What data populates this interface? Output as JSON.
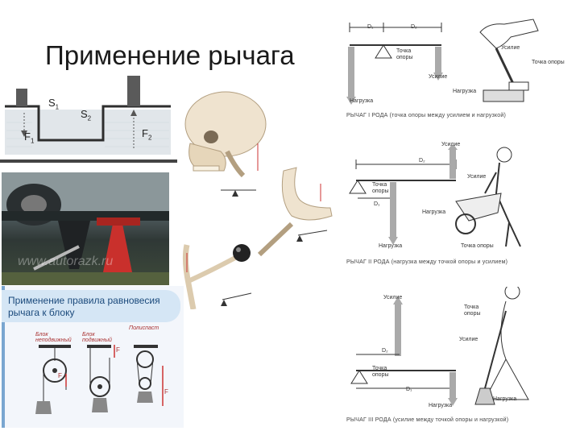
{
  "slide": {
    "title": "Применение рычага"
  },
  "hydraulic": {
    "s1": "S",
    "s1_sub": "1",
    "s2": "S",
    "s2_sub": "2",
    "f1": "F",
    "f1_sub": "1",
    "f2": "F",
    "f2_sub": "2"
  },
  "photo": {
    "watermark": "www.autorazk.ru"
  },
  "blocks": {
    "title_line1": "Применение правила равновесия",
    "title_line2": "рычага к блоку",
    "label_fixed": "Блок",
    "label_fixed2": "неподвижный",
    "label_movable": "Блок",
    "label_movable2": "подвижный",
    "label_pulley": "Полиспаст",
    "force": "F"
  },
  "lever1": {
    "d1": "D₁",
    "d2": "D₂",
    "fulcrum": "Точка опоры",
    "effort": "Усилие",
    "load": "Нагрузка",
    "effort_right": "Усилие",
    "fulcrum_right": "Точка опоры",
    "load_right": "Нагрузка",
    "caption": "РЫЧАГ I РОДА (точка опоры между усилием и нагрузкой)"
  },
  "lever2": {
    "d2": "D₂",
    "d1": "D₁",
    "effort": "Усилие",
    "effort_right": "Усилие",
    "fulcrum": "Точка опоры",
    "load": "Нагрузка",
    "load_bottom": "Нагрузка",
    "fulcrum_bottom": "Точка опоры",
    "caption": "РЫЧАГ II РОДА (нагрузка между точкой опоры и усилием)"
  },
  "lever3": {
    "effort": "Усилие",
    "fulcrum_top": "Точка опоры",
    "effort_right": "Усилие",
    "d2": "D₂",
    "d1": "D₁",
    "fulcrum": "Точка опоры",
    "load": "Нагрузка",
    "load_right": "Нагрузка",
    "caption": "РЫЧАГ III РОДА (усилие между точкой опоры и нагрузкой)"
  }
}
